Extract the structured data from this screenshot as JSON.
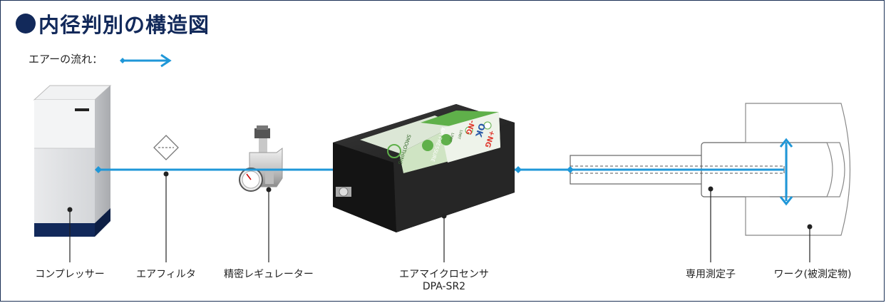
{
  "title": "内径判別の構造図",
  "flow_legend": "エアーの流れ：",
  "components": {
    "compressor": "コンプレッサー",
    "filter": "エアフィルタ",
    "regulator": "精密レギュレーター",
    "sensor_name": "エアマイクロセンサ",
    "sensor_model": "DPA-SR2",
    "probe": "専用測定子",
    "workpiece": "ワーク(被測定物)"
  },
  "sensor_panel": {
    "ng_left": "-NG",
    "ok": "OK",
    "ng_right": "+NG",
    "air_pressure": "AIR PRESSURE",
    "smoothing": "SMOOTHING",
    "limit1": "LIMIT",
    "limit2": "LIMIT"
  },
  "colors": {
    "flow_line": "#1f97d8",
    "title": "#12295a",
    "sensor_green": "#5fb04a"
  }
}
